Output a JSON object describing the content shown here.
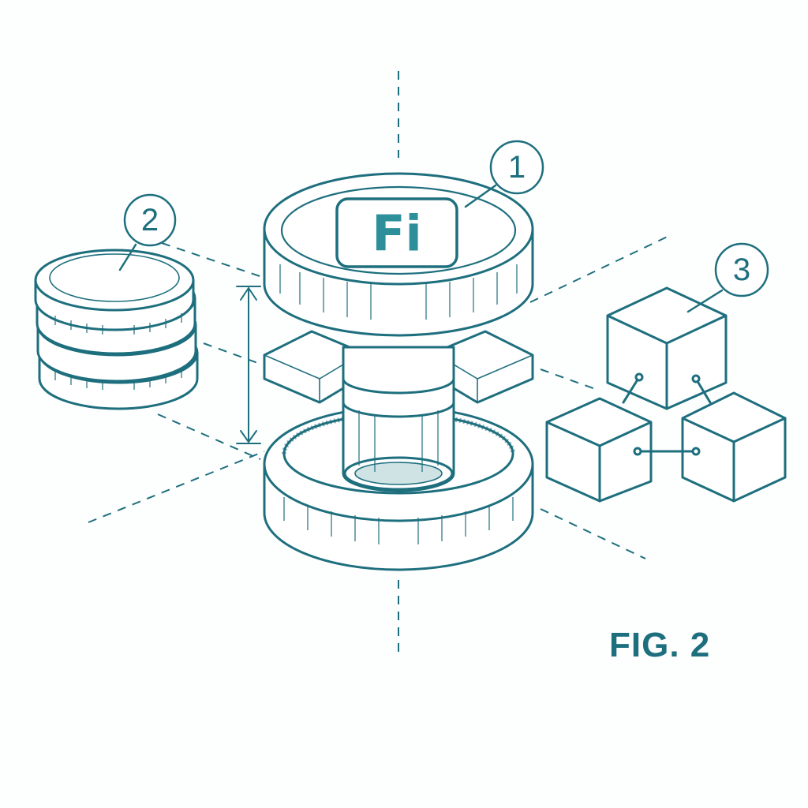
{
  "figure": {
    "caption": "FIG. 2",
    "colors": {
      "line": "#1e6f7e",
      "logo_fill": "#2c8f99",
      "background": "#fdfefe"
    }
  },
  "component_1": {
    "callout": "1",
    "logo_text": "Fi"
  },
  "component_2": {
    "callout": "2"
  },
  "component_3": {
    "callout": "3"
  }
}
